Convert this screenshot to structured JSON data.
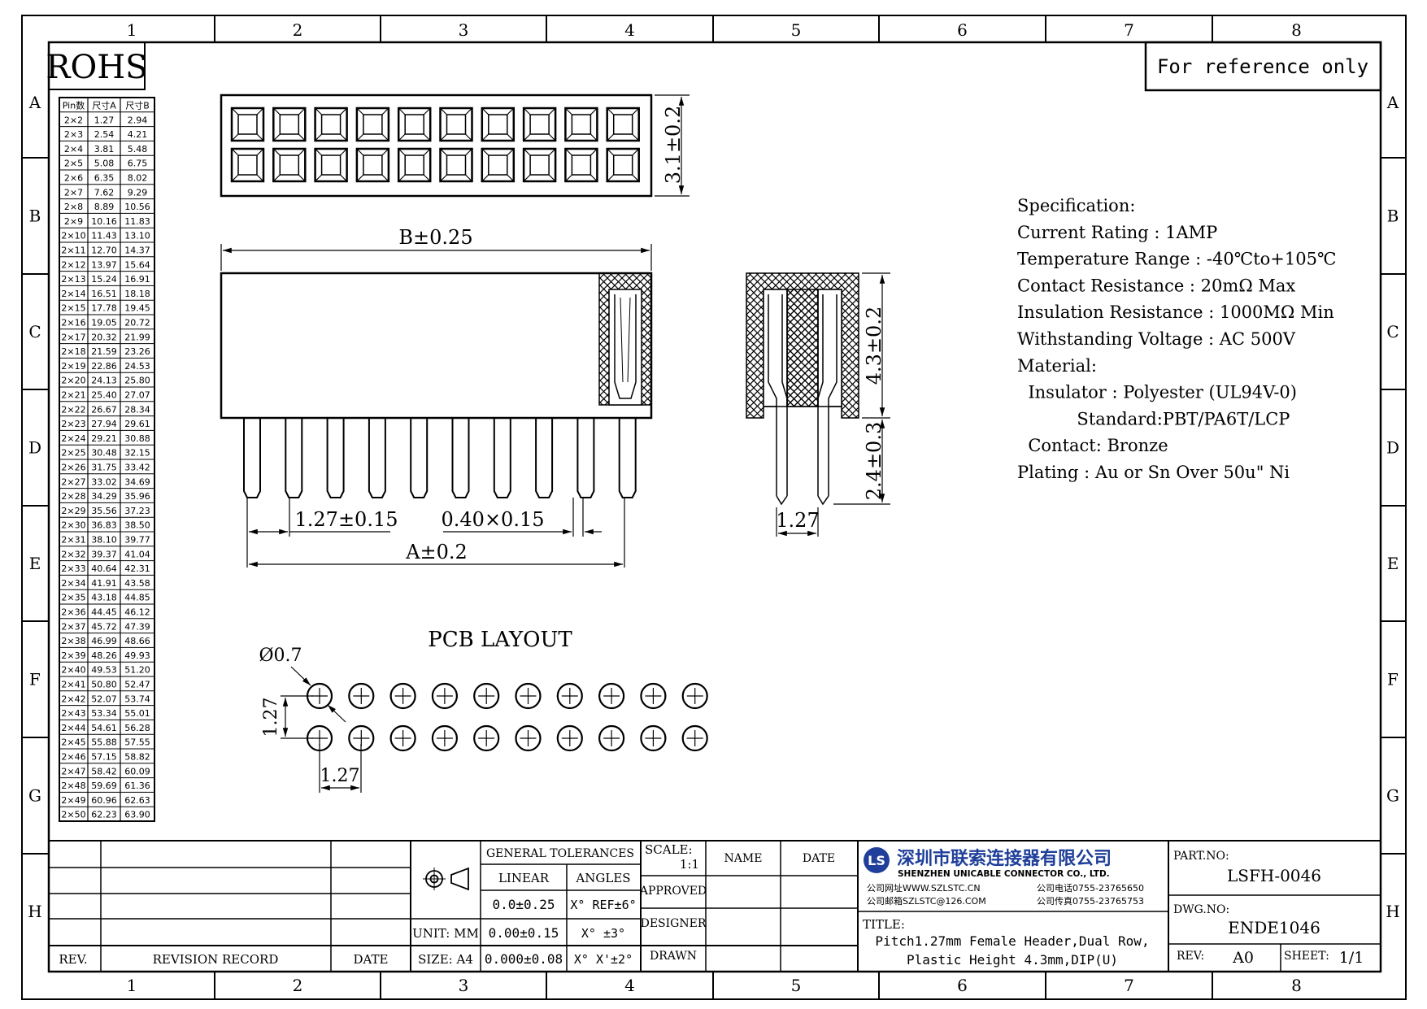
{
  "badge": "ROHS",
  "reference_note": "For reference only",
  "col_labels": [
    "1",
    "2",
    "3",
    "4",
    "5",
    "6",
    "7",
    "8"
  ],
  "row_labels": [
    "A",
    "B",
    "C",
    "D",
    "E",
    "F",
    "G",
    "H"
  ],
  "size_table": {
    "headers": [
      "Pin数",
      "尺寸A",
      "尺寸B"
    ],
    "rows": [
      [
        "2×2",
        "1.27",
        "2.94"
      ],
      [
        "2×3",
        "2.54",
        "4.21"
      ],
      [
        "2×4",
        "3.81",
        "5.48"
      ],
      [
        "2×5",
        "5.08",
        "6.75"
      ],
      [
        "2×6",
        "6.35",
        "8.02"
      ],
      [
        "2×7",
        "7.62",
        "9.29"
      ],
      [
        "2×8",
        "8.89",
        "10.56"
      ],
      [
        "2×9",
        "10.16",
        "11.83"
      ],
      [
        "2×10",
        "11.43",
        "13.10"
      ],
      [
        "2×11",
        "12.70",
        "14.37"
      ],
      [
        "2×12",
        "13.97",
        "15.64"
      ],
      [
        "2×13",
        "15.24",
        "16.91"
      ],
      [
        "2×14",
        "16.51",
        "18.18"
      ],
      [
        "2×15",
        "17.78",
        "19.45"
      ],
      [
        "2×16",
        "19.05",
        "20.72"
      ],
      [
        "2×17",
        "20.32",
        "21.99"
      ],
      [
        "2×18",
        "21.59",
        "23.26"
      ],
      [
        "2×19",
        "22.86",
        "24.53"
      ],
      [
        "2×20",
        "24.13",
        "25.80"
      ],
      [
        "2×21",
        "25.40",
        "27.07"
      ],
      [
        "2×22",
        "26.67",
        "28.34"
      ],
      [
        "2×23",
        "27.94",
        "29.61"
      ],
      [
        "2×24",
        "29.21",
        "30.88"
      ],
      [
        "2×25",
        "30.48",
        "32.15"
      ],
      [
        "2×26",
        "31.75",
        "33.42"
      ],
      [
        "2×27",
        "33.02",
        "34.69"
      ],
      [
        "2×28",
        "34.29",
        "35.96"
      ],
      [
        "2×29",
        "35.56",
        "37.23"
      ],
      [
        "2×30",
        "36.83",
        "38.50"
      ],
      [
        "2×31",
        "38.10",
        "39.77"
      ],
      [
        "2×32",
        "39.37",
        "41.04"
      ],
      [
        "2×33",
        "40.64",
        "42.31"
      ],
      [
        "2×34",
        "41.91",
        "43.58"
      ],
      [
        "2×35",
        "43.18",
        "44.85"
      ],
      [
        "2×36",
        "44.45",
        "46.12"
      ],
      [
        "2×37",
        "45.72",
        "47.39"
      ],
      [
        "2×38",
        "46.99",
        "48.66"
      ],
      [
        "2×39",
        "48.26",
        "49.93"
      ],
      [
        "2×40",
        "49.53",
        "51.20"
      ],
      [
        "2×41",
        "50.80",
        "52.47"
      ],
      [
        "2×42",
        "52.07",
        "53.74"
      ],
      [
        "2×43",
        "53.34",
        "55.01"
      ],
      [
        "2×44",
        "54.61",
        "56.28"
      ],
      [
        "2×45",
        "55.88",
        "57.55"
      ],
      [
        "2×46",
        "57.15",
        "58.82"
      ],
      [
        "2×47",
        "58.42",
        "60.09"
      ],
      [
        "2×48",
        "59.69",
        "61.36"
      ],
      [
        "2×49",
        "60.96",
        "62.63"
      ],
      [
        "2×50",
        "62.23",
        "63.90"
      ]
    ]
  },
  "dims": {
    "top_height": "3.1±0.2",
    "b_width": "B±0.25",
    "pitch": "1.27±0.15",
    "pin_size": "0.40×0.15",
    "a_width": "A±0.2",
    "side_height": "4.3±0.2",
    "tail_length": "2.4±0.3",
    "side_pitch": "1.27",
    "pcb_title": "PCB LAYOUT",
    "hole_dia": "Ø0.7",
    "pcb_row_pitch": "1.27",
    "pcb_col_pitch": "1.27"
  },
  "spec": {
    "lines": [
      "Specification:",
      "Current Rating : 1AMP",
      "Temperature Range : -40℃to+105℃",
      "Contact Resistance : 20mΩ Max",
      "Insulation Resistance : 1000MΩ Min",
      "Withstanding Voltage : AC 500V",
      "Material:",
      "  Insulator : Polyester (UL94V-0)",
      "           Standard:PBT/PA6T/LCP",
      "  Contact: Bronze",
      "Plating : Au or Sn Over 50u\" Ni"
    ]
  },
  "title_block": {
    "rev_label": "REV.",
    "revision_record_label": "REVISION RECORD",
    "date_label": "DATE",
    "unit_label": "UNIT: MM",
    "size_label": "SIZE: A4",
    "general_tolerances": "GENERAL TOLERANCES",
    "linear_label": "LINEAR",
    "angles_label": "ANGLES",
    "linear": [
      "0.0±0.25",
      "0.00±0.15",
      "0.000±0.08"
    ],
    "angles": [
      "X° REF±6°",
      "X° ±3°",
      "X° X'±2°"
    ],
    "scale_label": "SCALE:",
    "scale_value": "1:1",
    "name_label": "NAME",
    "date_col_label": "DATE",
    "approved_label": "APPROVED",
    "designer_label": "DESIGNER",
    "drawn_label": "DRAWN",
    "company_logo": "LS",
    "company_cn": "深圳市联索连接器有限公司",
    "company_en": "SHENZHEN UNICABLE CONNECTOR CO., LTD.",
    "website": "公司网址WWW.SZLSTC.CN",
    "phone": "公司电话0755-23765650",
    "email": "公司邮箱SZLSTC@126.COM",
    "fax": "公司传真0755-23765753",
    "title_label": "TITLE:",
    "title_line1": "Pitch1.27mm Female Header,Dual Row,",
    "title_line2": "Plastic Height 4.3mm,DIP(U)",
    "part_no_label": "PART.NO:",
    "part_no": "LSFH-0046",
    "dwg_no_label": "DWG.NO:",
    "dwg_no": "ENDE1046",
    "rev_block_label": "REV:",
    "rev_value": "A0",
    "sheet_label": "SHEET:",
    "sheet_value": "1/1"
  },
  "colors": {
    "ink": "#000000",
    "logo_blue": "#1f3f9a"
  }
}
